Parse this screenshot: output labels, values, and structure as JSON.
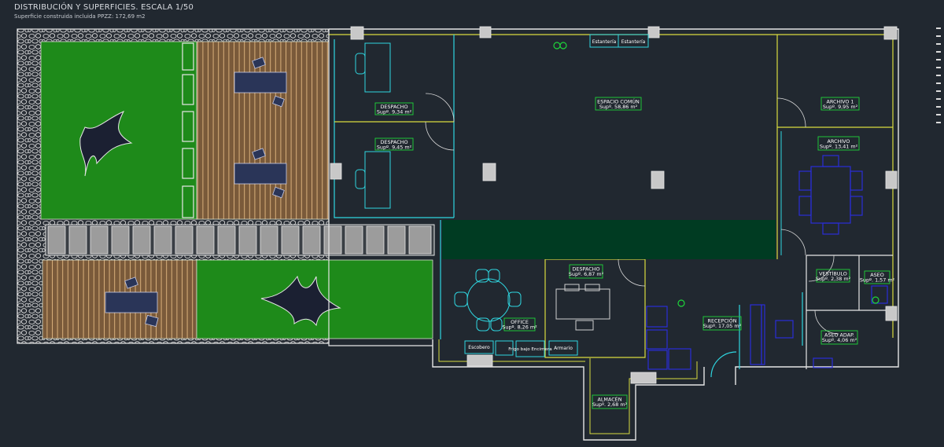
{
  "header": {
    "title": "DISTRIBUCIÓN Y SUPERFICIES. ESCALA 1/50",
    "subtitle": "Superficie construida incluida PPZZ: 172,69 m2"
  },
  "colors": {
    "background": "#212830",
    "wall": "#e6e6e6",
    "partition": "#d9dc3f",
    "glass": "#2fd6e0",
    "grass": "#1e8a1a",
    "deck": "#7a5a3a",
    "furniture": "#2a2dd8",
    "label": "#1ed63a",
    "corridor": "#003b22",
    "umbrella": "#1b2032"
  },
  "rooms": {
    "despacho1": {
      "name": "DESPACHO",
      "area": "Supº. 9,34 m²"
    },
    "despacho2": {
      "name": "DESPACHO",
      "area": "Supº. 9,45 m²"
    },
    "espacio": {
      "name": "ESPACIO COMÚN",
      "area": "Supº. 58,86 m²"
    },
    "archivo1": {
      "name": "ARCHIVO 1",
      "area": "Supº. 9,95 m²"
    },
    "archivo2": {
      "name": "ARCHIVO",
      "area": "Supº. 13,41 m²"
    },
    "despacho3": {
      "name": "DESPACHO",
      "area": "Supº. 6,87 m²"
    },
    "office": {
      "name": "OFFICE",
      "area": "Supº. 8,26 m²"
    },
    "recepcion": {
      "name": "RECEPCIÓN",
      "area": "Supº. 17,05 m²"
    },
    "vestibulo": {
      "name": "VESTÍBULO",
      "area": "Supº. 2,38 m²"
    },
    "aseo": {
      "name": "ASEO",
      "area": "Supº. 1,57 m²"
    },
    "aseoadap": {
      "name": "ASEO ADAP.",
      "area": "Supº. 4,06 m²"
    },
    "almacen": {
      "name": "ALMACÉN",
      "area": "Supº. 2,68 m²"
    }
  },
  "fixtures": {
    "estanteria1": "Estantería",
    "estanteria2": "Estantería",
    "escobero": "Escobero",
    "frigo": "Frigo bajo Encimera",
    "armario": "Armario"
  }
}
